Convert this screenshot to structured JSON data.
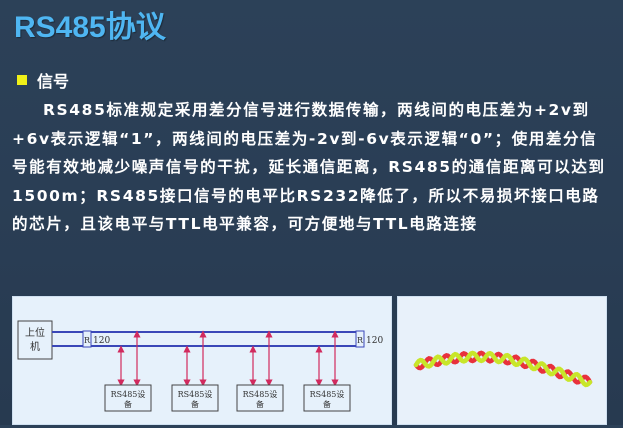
{
  "title": "RS485协议",
  "section": {
    "label": "信号"
  },
  "paragraph": "RS485标准规定采用差分信号进行数据传输，两线间的电压差为+2v到+6v表示逻辑“1”，两线间的电压差为-2v到-6v表示逻辑“0”；使用差分信号能有效地减少噪声信号的干扰，延长通信距离，RS485的通信距离可以达到1500m；RS485接口信号的电平比RS232降低了，所以不易损坏接口电路的芯片，且该电平与TTL电平兼容，可方便地与TTL电路连接",
  "diagram": {
    "host_label": [
      "上位",
      "机"
    ],
    "resistor_left": "R",
    "resistor_left_value": "120",
    "resistor_right": "R",
    "resistor_right_value": "120",
    "devices": [
      {
        "line1": "RS485设",
        "line2": "备"
      },
      {
        "line1": "RS485设",
        "line2": "备"
      },
      {
        "line1": "RS485设",
        "line2": "备"
      },
      {
        "line1": "RS485设",
        "line2": "备"
      }
    ],
    "colors": {
      "bus": "#3a47b8",
      "arrow": "#d12a5e",
      "box": "#444444"
    }
  },
  "twisted_pair": {
    "colors": [
      "#e8313c",
      "#c8e62a"
    ]
  }
}
